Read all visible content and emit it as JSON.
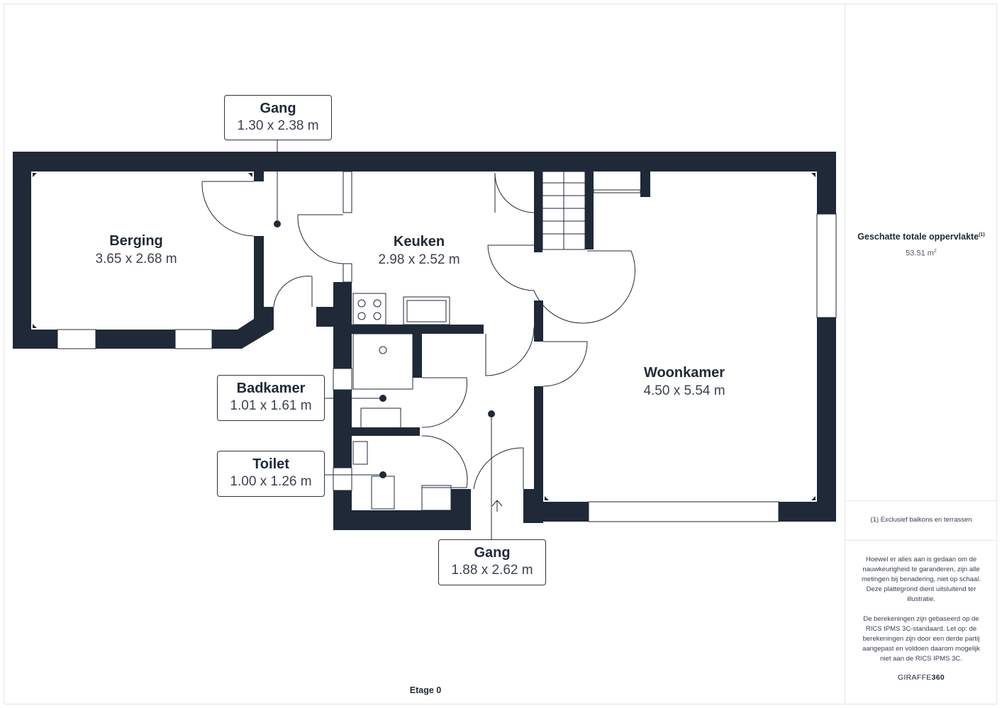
{
  "rooms": {
    "gang_top": {
      "name": "Gang",
      "dims": "1.30 x 2.38 m"
    },
    "berging": {
      "name": "Berging",
      "dims": "3.65 x 2.68 m"
    },
    "keuken": {
      "name": "Keuken",
      "dims": "2.98 x 2.52 m"
    },
    "woonkamer": {
      "name": "Woonkamer",
      "dims": "4.50 x 5.54 m"
    },
    "badkamer": {
      "name": "Badkamer",
      "dims": "1.01 x 1.61 m"
    },
    "toilet": {
      "name": "Toilet",
      "dims": "1.00 x 1.26 m"
    },
    "gang_bottom": {
      "name": "Gang",
      "dims": "1.88 x 2.62 m"
    }
  },
  "floor_label": "Etage 0",
  "sidebar": {
    "area_title": "Geschatte totale oppervlakte",
    "area_title_note": "(1)",
    "area_value": "53.51 m",
    "area_unit_sup": "2",
    "footnote": "(1) Exclusief balkons en terrassen",
    "disclaimer_1": "Hoewel er alles aan is gedaan om de nauwkeurigheid te garanderen, zijn alle metingen bij benadering, niet op schaal. Deze plattegrond dient uitsluitend ter illustratie.",
    "disclaimer_2": "De berekeningen zijn gebaseerd op de RICS IPMS 3C-standaard. Let op: de berekeningen zijn door een derde partij aangepast en voldoen daarom mogelijk niet aan de RICS IPMS 3C.",
    "brand_prefix": "GIRAFFE",
    "brand_suffix": "360"
  },
  "colors": {
    "wall": "#1f2937",
    "line": "#2b3340",
    "background": "#ffffff",
    "divider": "#e3e5e8"
  }
}
